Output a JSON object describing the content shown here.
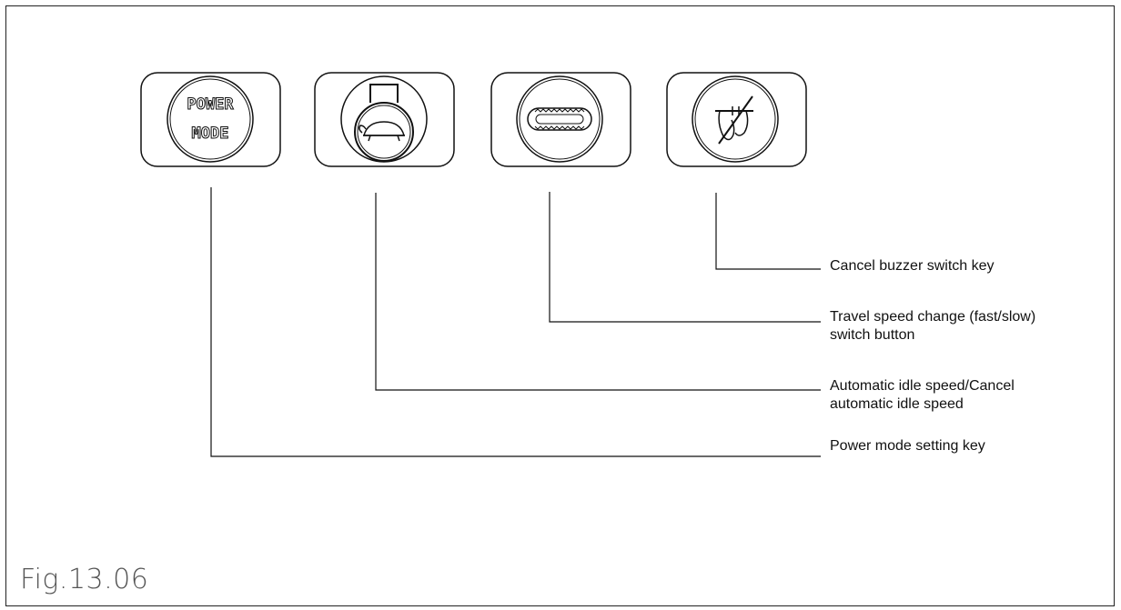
{
  "figure_label": "Fig.13.06",
  "buttons": [
    {
      "id": "power-mode",
      "icon": "power-mode-icon",
      "text_line1": "POWER",
      "text_line2": "MODE"
    },
    {
      "id": "auto-idle",
      "icon": "turtle-icon"
    },
    {
      "id": "travel-speed",
      "icon": "crawler-track-icon"
    },
    {
      "id": "buzzer-cancel",
      "icon": "buzzer-cancel-icon"
    }
  ],
  "callouts": {
    "buzzer": "Cancel buzzer switch key",
    "travel_line1": "Travel speed change (fast/slow)",
    "travel_line2": "switch button",
    "idle_line1": "Automatic idle speed/Cancel",
    "idle_line2": "automatic idle speed",
    "power": "Power mode setting key"
  },
  "colors": {
    "line": "#111111",
    "background": "#ffffff",
    "figure_label": "#555555"
  }
}
